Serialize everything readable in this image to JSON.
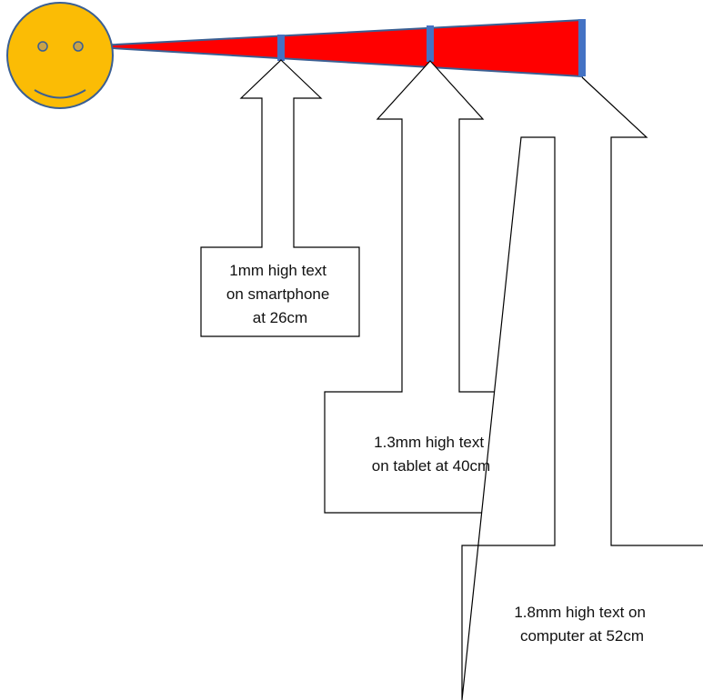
{
  "colors": {
    "face_fill": "#FBBC05",
    "face_stroke": "#3A5F93",
    "eye_fill": "#C9A24A",
    "cone_fill": "#FF0000",
    "cone_stroke": "#3A5F93",
    "screen_marker": "#4472C4",
    "arrow_stroke": "#000000",
    "label_text": "#111111"
  },
  "icons": {
    "viewer": "smiley-face-icon"
  },
  "callouts": [
    {
      "device": "smartphone",
      "lines": [
        "1mm high text",
        "on smartphone",
        "at 26cm"
      ]
    },
    {
      "device": "tablet",
      "lines": [
        "1.3mm high text",
        "on tablet at 40cm"
      ]
    },
    {
      "device": "computer",
      "lines": [
        "1.8mm high text on",
        "computer at 52cm"
      ]
    }
  ]
}
